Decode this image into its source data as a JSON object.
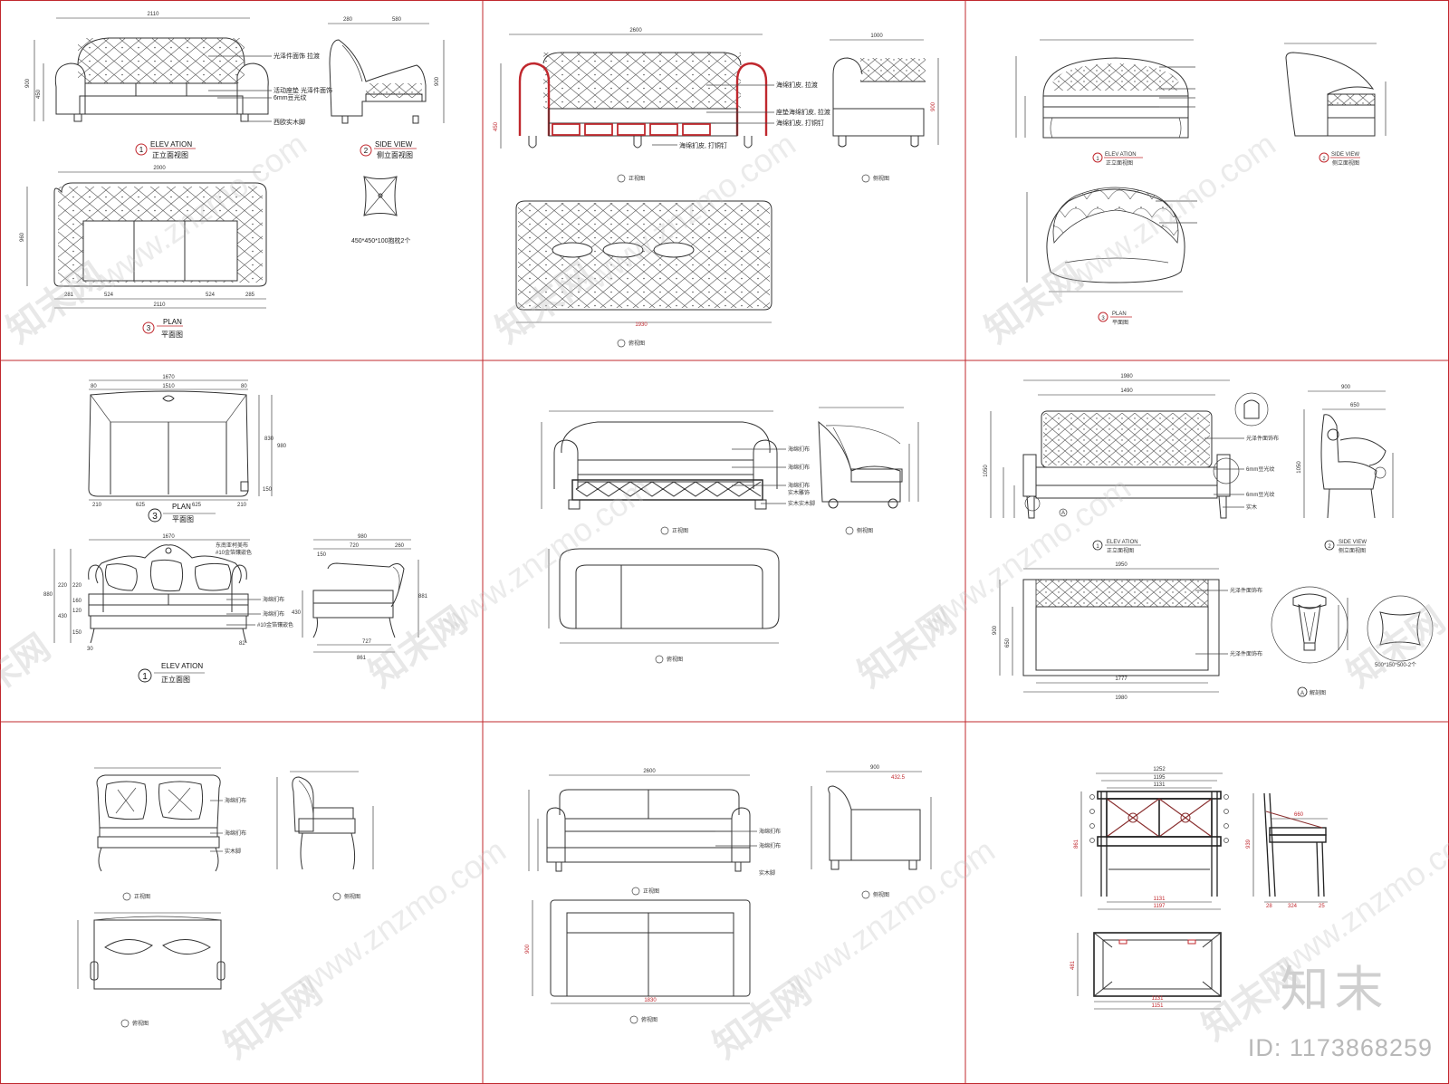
{
  "panel1": {
    "overall_width": "2110",
    "side_width_a": "280",
    "side_width_b": "580",
    "plan_width": "2000",
    "plan_total": "2110",
    "plan_sub_left": "281",
    "plan_sub_mid1": "524",
    "plan_sub_mid2": "524",
    "plan_sub_right": "285",
    "note_1": "光泽件面饰 拉渡",
    "note_2": "活动座垫 光泽件面饰",
    "note_3": "6mm豆光纹",
    "note_4": "西欧实木脚",
    "elev_num": "1",
    "elev_en": "ELEV ATION",
    "elev_cn": "正立面视图",
    "side_num": "2",
    "side_en": "SIDE VIEW",
    "side_cn": "侧立面视图",
    "cushion_text": "450*450*100抱枕2个",
    "plan_num": "3",
    "plan_en": "PLAN",
    "plan_cn": "平面图"
  },
  "panel2": {
    "overall_width": "2600",
    "side_width": "1000",
    "note_1": "海绵扪皮, 拉渡",
    "note_2": "座垫海绵扪皮, 拉渡",
    "note_3": "海绵扪皮, 打铜钉",
    "note_4": "海绵扪皮, 打铜钉",
    "elev_cap": "正视图",
    "side_cap": "侧视图",
    "plan_cap": "俯视图",
    "plan_dim": "1930"
  },
  "panel3": {
    "elev_num": "1",
    "elev_en": "ELEV ATION",
    "elev_cn": "正立面视图",
    "side_num": "2",
    "side_en": "SIDE VIEW",
    "side_cn": "侧立面视图",
    "plan_num": "3",
    "plan_en": "PLAN",
    "plan_cn": "平面图"
  },
  "panel4": {
    "plan_width": "1670",
    "plan_inner": "1510",
    "plan_arm_l": "80",
    "plan_arm_r": "80",
    "plan_depth_a": "830",
    "plan_depth_b": "980",
    "plan_depth_c": "150",
    "plan_bot_1": "210",
    "plan_bot_2": "625",
    "plan_bot_3": "625",
    "plan_bot_4": "210",
    "plan_num": "3",
    "plan_en": "PLAN",
    "plan_cn": "平面图",
    "elev_width": "1670",
    "elev_h_total": "880",
    "elev_h_1": "220",
    "elev_h_2": "220",
    "elev_h_3": "160",
    "elev_h_4": "120",
    "elev_h_5": "430",
    "elev_h_6": "150",
    "elev_leg": "30",
    "elev_leg_r": "82",
    "note_top": "东南亚柯美布",
    "note_top2": "#10金箔镶嵌色",
    "note_1": "海绵扪布",
    "note_2": "海绵扪布",
    "note_3": "#10金箔镶嵌色",
    "side_width": "980",
    "side_sub_1": "150",
    "side_sub_2": "720",
    "side_sub_3": "260",
    "side_h_1": "881",
    "side_h_2": "430",
    "side_d_1": "727",
    "side_d_2": "861",
    "elev_num": "1",
    "elev_en": "ELEV ATION",
    "elev_cn": "正立面图"
  },
  "panel5": {
    "note_1": "海绵扪布",
    "note_2": "海绵扪布",
    "note_3": "海绵扪布",
    "note_4": "实木雕饰",
    "note_5": "实木实木脚",
    "elev_cap": "正视图",
    "side_cap": "侧视图",
    "plan_cap": "俯视图"
  },
  "panel6": {
    "overall_width": "1980",
    "inner_width": "1490",
    "seat_h_left": "1050",
    "side_width": "900",
    "side_sub": "650",
    "side_height": "1050",
    "note_1": "光泽件面饰布",
    "note_2": "6mm豆光纹",
    "note_3": "6mm豆光纹",
    "note_4": "实木",
    "note_5": "光泽件面饰布",
    "note_6": "光泽件面饰布",
    "marker_a": "A",
    "elev_num": "1",
    "elev_en": "ELEV ATION",
    "elev_cn": "正立面视图",
    "side_num": "2",
    "side_en": "SIDE VIEW",
    "side_cn": "侧立面视图",
    "plan_top": "1950",
    "plan_bot_1": "1777",
    "plan_bot_2": "1980",
    "plan_depth": "900",
    "plan_depth_2": "650",
    "cushion_text": "500*150*500-2个",
    "detail_num": "A",
    "detail_cn": "解剖图"
  },
  "panel7": {
    "note_1": "海绵扪布",
    "note_2": "海绵扪布",
    "note_3": "实木脚",
    "elev_cap": "正视图",
    "side_cap": "侧视图",
    "plan_cap": "俯视图"
  },
  "panel8": {
    "overall_width": "2600",
    "side_width": "900",
    "side_sub": "432.5",
    "plan_width": "1830",
    "note_1": "海绵扪布",
    "note_2": "海绵扪布",
    "note_3": "实木脚",
    "elev_cap": "正视图",
    "side_cap": "侧视图",
    "plan_cap": "俯视图",
    "plan_depth": "900"
  },
  "panel9": {
    "top_1": "1252",
    "top_2": "1195",
    "top_3": "1131",
    "h_total": "861",
    "side_w": "660",
    "side_h": "939",
    "bot_1": "1131",
    "bot_2": "1197",
    "bot_3": "1131",
    "bot_4": "1151",
    "side_bot_1": "28",
    "side_bot_2": "324",
    "side_bot_3": "25",
    "plan_h": "481"
  },
  "watermark": {
    "cn": "知末网",
    "url": "www.znzmo.com",
    "brand": "知末",
    "id_text": "ID: 1173868259"
  },
  "colors": {
    "grid_line": "#c0282e",
    "callout_red": "#c0282e",
    "line": "#333333"
  }
}
